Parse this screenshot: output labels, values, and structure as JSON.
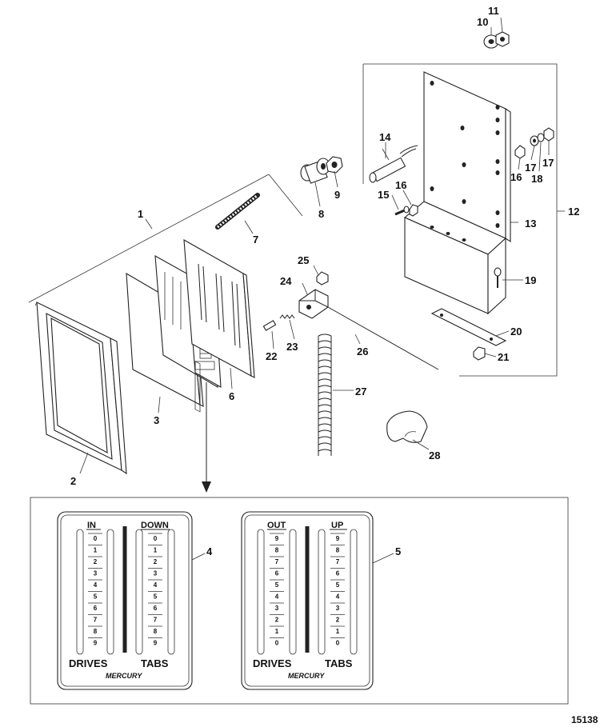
{
  "callouts": {
    "c1": "1",
    "c2": "2",
    "c3": "3",
    "c4": "4",
    "c5": "5",
    "c6": "6",
    "c7": "7",
    "c8": "8",
    "c9": "9",
    "c10": "10",
    "c11": "11",
    "c12": "12",
    "c13": "13",
    "c14": "14",
    "c15": "15",
    "c16a": "16",
    "c16b": "16",
    "c17a": "17",
    "c17b": "17",
    "c18": "18",
    "c19": "19",
    "c20": "20",
    "c21": "21",
    "c22": "22",
    "c23": "23",
    "c24": "24",
    "c25": "25",
    "c26": "26",
    "c27": "27",
    "c28": "28"
  },
  "decal_4": {
    "left_header": "IN",
    "right_header": "DOWN",
    "left_footer": "DRIVES",
    "right_footer": "TABS",
    "digits": [
      "0",
      "1",
      "2",
      "3",
      "4",
      "5",
      "6",
      "7",
      "8",
      "9"
    ]
  },
  "decal_5": {
    "left_header": "OUT",
    "right_header": "UP",
    "left_footer": "DRIVES",
    "right_footer": "TABS",
    "digits": [
      "9",
      "8",
      "7",
      "6",
      "5",
      "4",
      "3",
      "2",
      "1",
      "0"
    ]
  },
  "logo_text": "MERCURY",
  "figure_number": "15138"
}
